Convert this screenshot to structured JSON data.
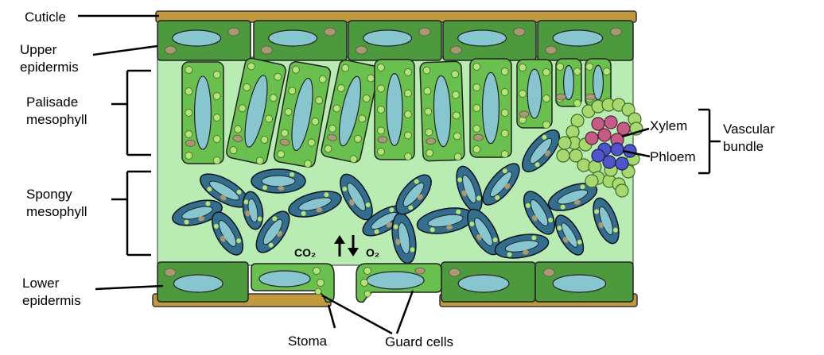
{
  "labels": {
    "cuticle": "Cuticle",
    "upper_epidermis": [
      "Upper",
      "epidermis"
    ],
    "palisade_mesophyll": [
      "Palisade",
      "mesophyll"
    ],
    "spongy_mesophyll": [
      "Spongy",
      "mesophyll"
    ],
    "lower_epidermis": [
      "Lower",
      "epidermis"
    ],
    "xylem": "Xylem",
    "phloem": "Phloem",
    "vascular_bundle": [
      "Vascular",
      "bundle"
    ],
    "stoma": "Stoma",
    "guard_cells": "Guard cells",
    "co2": "CO₂",
    "o2": "O₂"
  },
  "colors": {
    "cuticle": "#c2983e",
    "epidermis_cell": "#4d9a3e",
    "mesophyll_background": "#b8ecb2",
    "palisade_cell": "#6ac04f",
    "chloroplast": "#b4e378",
    "vacuole": "#87c6cf",
    "nucleus": "#a89a6e",
    "spongy_cell": "#336f8c",
    "xylem": "#c35d86",
    "phloem": "#5055c8",
    "vascular_outer": "#a8d870"
  }
}
